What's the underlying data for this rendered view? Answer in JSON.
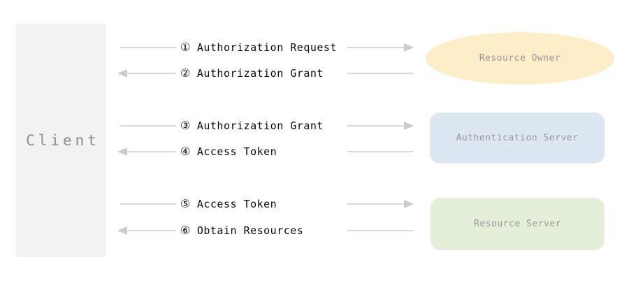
{
  "client": {
    "label": "Client",
    "fill": "#F2F2F2",
    "text_color": "#8C8C8C"
  },
  "flows": [
    {
      "num": "①",
      "label": "Authorization Request",
      "direction": "client-to-resource-owner"
    },
    {
      "num": "②",
      "label": "Authorization Grant",
      "direction": "resource-owner-to-client"
    },
    {
      "num": "③",
      "label": "Authorization Grant",
      "direction": "client-to-auth-server"
    },
    {
      "num": "④",
      "label": "Access Token",
      "direction": "auth-server-to-client"
    },
    {
      "num": "⑤",
      "label": "Access Token",
      "direction": "client-to-resource-server"
    },
    {
      "num": "⑥",
      "label": "Obtain Resources",
      "direction": "resource-server-to-client"
    }
  ],
  "shapes": [
    {
      "label": "Resource Owner",
      "type": "ellipse",
      "fill": "#FCEEC8"
    },
    {
      "label": "Authentication Server",
      "type": "rounded-rect",
      "fill": "#DDE7F2"
    },
    {
      "label": "Resource Server",
      "type": "rounded-rect",
      "fill": "#E4EFDA"
    }
  ],
  "colors": {
    "line": "#D9D9D9",
    "arrow_head": "#CCCCCC",
    "flow_text": "#0A0A0A",
    "shape_text": "#999999"
  }
}
